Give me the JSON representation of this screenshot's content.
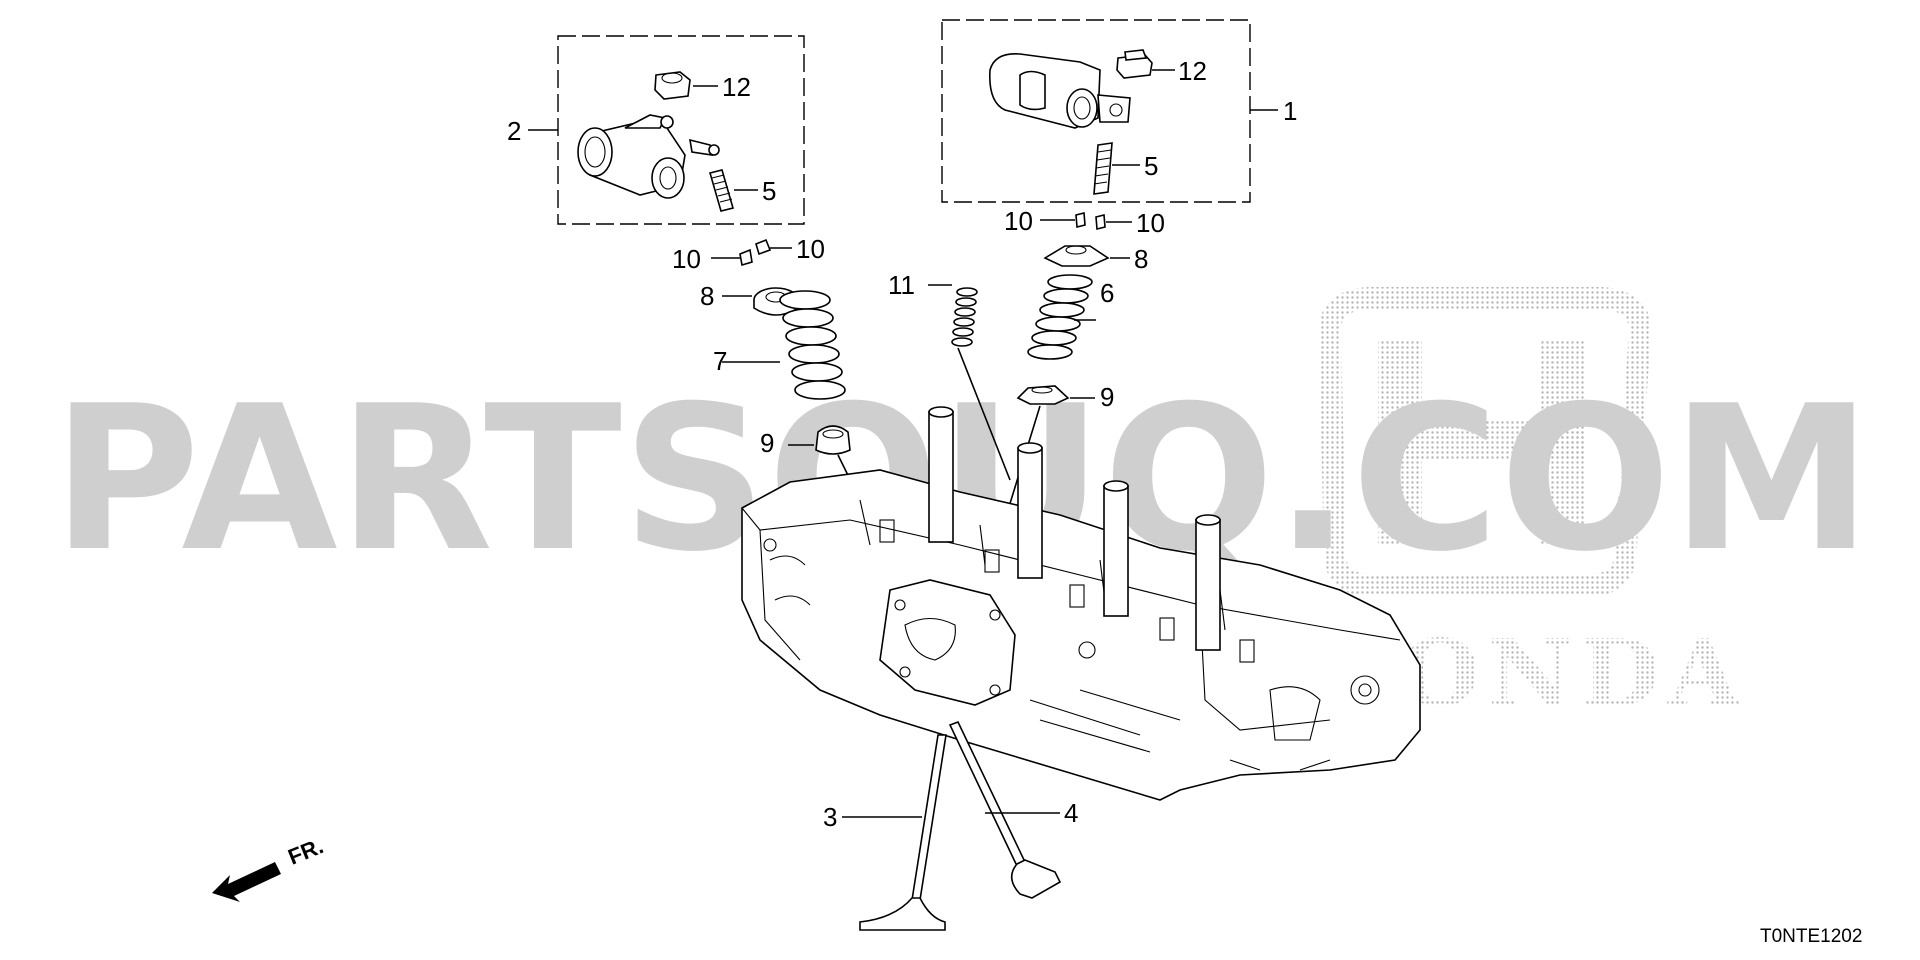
{
  "watermark": {
    "text": "PARTSOUQ.COM",
    "brand_word": "HONDA",
    "color": "#cfcfcf"
  },
  "callouts": [
    {
      "id": "1",
      "label": "1"
    },
    {
      "id": "2",
      "label": "2"
    },
    {
      "id": "3",
      "label": "3"
    },
    {
      "id": "4",
      "label": "4"
    },
    {
      "id": "5a",
      "label": "5"
    },
    {
      "id": "5b",
      "label": "5"
    },
    {
      "id": "6",
      "label": "6"
    },
    {
      "id": "7",
      "label": "7"
    },
    {
      "id": "8a",
      "label": "8"
    },
    {
      "id": "8b",
      "label": "8"
    },
    {
      "id": "9a",
      "label": "9"
    },
    {
      "id": "9b",
      "label": "9"
    },
    {
      "id": "10a",
      "label": "10"
    },
    {
      "id": "10b",
      "label": "10"
    },
    {
      "id": "10c",
      "label": "10"
    },
    {
      "id": "10d",
      "label": "10"
    },
    {
      "id": "11",
      "label": "11"
    },
    {
      "id": "12a",
      "label": "12"
    },
    {
      "id": "12b",
      "label": "12"
    }
  ],
  "direction_label": "FR.",
  "diagram_code": "T0NTE1202"
}
